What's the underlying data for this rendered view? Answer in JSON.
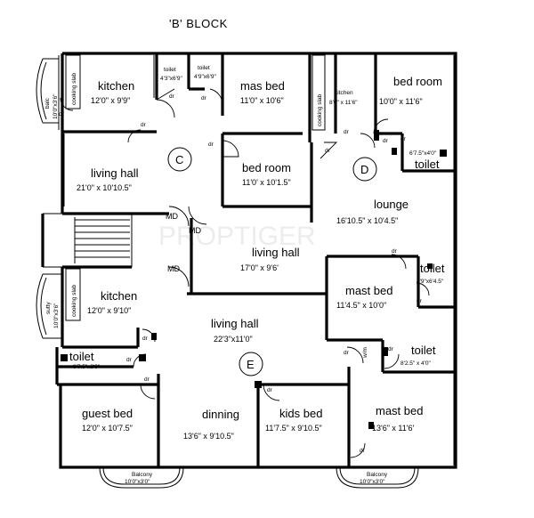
{
  "title": "'B' BLOCK",
  "watermark": "PROPTIGER",
  "zones": {
    "c": "C",
    "d": "D",
    "e": "E"
  },
  "rooms": {
    "balc_left_top": {
      "name": "balc",
      "dim": "10'0\"x3'6\""
    },
    "cook_left_top": "cooking slab",
    "kitchen_c": {
      "name": "kitchen",
      "dim": "12'0\" x 9'9\""
    },
    "toilet_c1": {
      "name": "toilet",
      "dim": "4'3\"x6'9\""
    },
    "toilet_c2": {
      "name": "toilet",
      "dim": "4'9\"x6'9\""
    },
    "mas_bed_c": {
      "name": "mas bed",
      "dim": "11'0\" x 10'6\""
    },
    "cook_d": "cooking slab",
    "kitchen_d": {
      "name": "kitchen",
      "dim": "8'0\" x 11'6\""
    },
    "bed_room_d": {
      "name": "bed room",
      "dim": "10'0\" x 11'6\""
    },
    "toilet_d": {
      "name": "toilet",
      "dim": "6'7.5\"x4'0\""
    },
    "living_c": {
      "name": "living hall",
      "dim": "21'0\" x 10'10.5\""
    },
    "bed_room_c": {
      "name": "bed room",
      "dim": "11'0' x 10'1.5\""
    },
    "lounge_d": {
      "name": "lounge",
      "dim": "16'10.5\" x 10'4.5\""
    },
    "living_mid": {
      "name": "living hall",
      "dim": "17'0\" x 9'6'"
    },
    "toilet_r": {
      "name": "toilet",
      "dim": "4'9\"x6'4.5\""
    },
    "mast_bed_r": {
      "name": "mast bed",
      "dim": "11'4.5\" x 10'0\""
    },
    "sutty_left": {
      "name": "sutty",
      "dim": "10'0\"x3'6\""
    },
    "cook_left_bot": "cooking slab",
    "kitchen_e": {
      "name": "kitchen",
      "dim": "12'0\" x 9'10\""
    },
    "living_e": {
      "name": "living hall",
      "dim": "22'3\"x11'0\""
    },
    "toilet_e": {
      "name": "toilet",
      "dim": "8'7.5\"x3'9\""
    },
    "toilet_e2": {
      "name": "toilet",
      "dim": "8'2.5\" x 4'0\""
    },
    "guest_bed": {
      "name": "guest bed",
      "dim": "12'0\" x 10'7.5\""
    },
    "dinning": {
      "name": "dinning",
      "dim": "13'6\" x 9'10.5\""
    },
    "kids_bed": {
      "name": "kids bed",
      "dim": "11'7.5\" x 9'10.5\""
    },
    "mast_bed_e": {
      "name": "mast bed",
      "dim": "13'6\" x 11'6'"
    },
    "balcony_left": {
      "name": "Balcony",
      "dim": "10'0\"x3'0\""
    },
    "balcony_right": {
      "name": "Balcony",
      "dim": "10'0\"x3'0\""
    }
  },
  "door_labels": {
    "dr": "dr",
    "md": "MD",
    "wm": "w/m"
  }
}
